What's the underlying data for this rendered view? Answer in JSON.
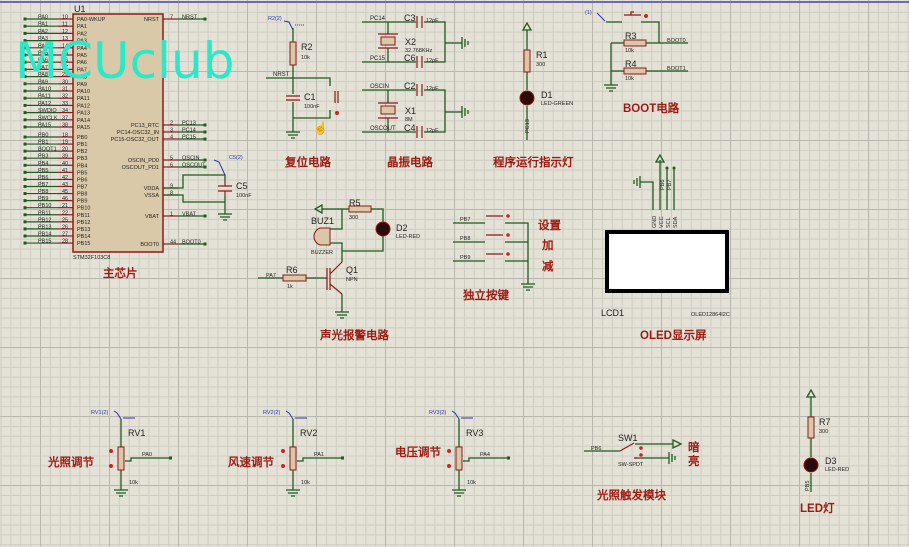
{
  "watermark": "MCUclub",
  "mcu": {
    "ref": "U1",
    "part": "STM32F103C8",
    "title": "主芯片",
    "left_pins": [
      {
        "net": "PA0",
        "num": "10",
        "name": "PA0-WKUP"
      },
      {
        "net": "PA1",
        "num": "11",
        "name": "PA1"
      },
      {
        "net": "PA2",
        "num": "12",
        "name": "PA2"
      },
      {
        "net": "PA3",
        "num": "13",
        "name": "PA3"
      },
      {
        "net": "PA4",
        "num": "14",
        "name": "PA4"
      },
      {
        "net": "PA5",
        "num": "15",
        "name": "PA5"
      },
      {
        "net": "PA6",
        "num": "16",
        "name": "PA6"
      },
      {
        "net": "PA7",
        "num": "17",
        "name": "PA7"
      },
      {
        "net": "PA8",
        "num": "29",
        "name": "PA8"
      },
      {
        "net": "PA9",
        "num": "30",
        "name": "PA9"
      },
      {
        "net": "PA10",
        "num": "31",
        "name": "PA10"
      },
      {
        "net": "PA11",
        "num": "32",
        "name": "PA11"
      },
      {
        "net": "PA12",
        "num": "33",
        "name": "PA12"
      },
      {
        "net": "SWDIO",
        "num": "34",
        "name": "PA13"
      },
      {
        "net": "SWCLK",
        "num": "37",
        "name": "PA14"
      },
      {
        "net": "PA15",
        "num": "38",
        "name": "PA15"
      },
      {
        "net": "PB0",
        "num": "18",
        "name": "PB0"
      },
      {
        "net": "PB1",
        "num": "19",
        "name": "PB1"
      },
      {
        "net": "BOOT1",
        "num": "20",
        "name": "PB2"
      },
      {
        "net": "PB3",
        "num": "39",
        "name": "PB3"
      },
      {
        "net": "PB4",
        "num": "40",
        "name": "PB4"
      },
      {
        "net": "PB5",
        "num": "41",
        "name": "PB5"
      },
      {
        "net": "PB6",
        "num": "42",
        "name": "PB6"
      },
      {
        "net": "PB7",
        "num": "43",
        "name": "PB7"
      },
      {
        "net": "PB8",
        "num": "45",
        "name": "PB8"
      },
      {
        "net": "PB9",
        "num": "46",
        "name": "PB9"
      },
      {
        "net": "PB10",
        "num": "21",
        "name": "PB10"
      },
      {
        "net": "PB11",
        "num": "22",
        "name": "PB11"
      },
      {
        "net": "PB12",
        "num": "25",
        "name": "PB12"
      },
      {
        "net": "PB13",
        "num": "26",
        "name": "PB13"
      },
      {
        "net": "PB14",
        "num": "27",
        "name": "PB14"
      },
      {
        "net": "PB15",
        "num": "28",
        "name": "PB15"
      }
    ],
    "right_pins": [
      {
        "net": "NRST",
        "num": "7",
        "name": "NRST"
      },
      {
        "net": "PC13",
        "num": "2",
        "name": "PC13_RTC"
      },
      {
        "net": "PC14",
        "num": "3",
        "name": "PC14-OSC32_IN"
      },
      {
        "net": "PC15",
        "num": "4",
        "name": "PC15-OSC32_OUT"
      },
      {
        "net": "OSCIN",
        "num": "5",
        "name": "OSCIN_PD0"
      },
      {
        "net": "OSCOUT",
        "num": "6",
        "name": "OSCOUT_PD1"
      },
      {
        "net": "",
        "num": "9",
        "name": "VDDA"
      },
      {
        "net": "",
        "num": "8",
        "name": "VSSA"
      },
      {
        "net": "VBAT",
        "num": "1",
        "name": "VBAT"
      },
      {
        "net": "BOOT0",
        "num": "44",
        "name": "BOOT0"
      }
    ],
    "c5": {
      "ref": "C5",
      "val": "100nF",
      "probe": "C5(2)"
    }
  },
  "reset": {
    "title": "复位电路",
    "r2": "R2",
    "r2v": "10k",
    "probe": "R2(2)",
    "net": "NRST",
    "c1": "C1",
    "c1v": "100nF"
  },
  "crystal": {
    "title": "晶振电路",
    "c3": "C3",
    "c6": "C6",
    "c2": "C2",
    "c4": "C4",
    "cv": "12pF",
    "x2": "X2",
    "x2v": "32.768KHz",
    "x1": "X1",
    "x1v": "8M",
    "n1": "PC14",
    "n2": "PC15",
    "n3": "OSCIN",
    "n4": "OSCOUT"
  },
  "indicator": {
    "title": "程序运行指示灯",
    "r1": "R1",
    "r1v": "300",
    "d1": "D1",
    "d1v": "LED-GREEN",
    "net": "PC13"
  },
  "boot": {
    "title": "BOOT电路",
    "probe": "(1)",
    "r3": "R3",
    "r4": "R4",
    "rv": "10k",
    "n0": "BOOT0",
    "n1": "BOOT1"
  },
  "oled": {
    "title": "OLED显示屏",
    "ref": "LCD1",
    "part": "OLED12864I2C",
    "pins": [
      "GND",
      "VCC",
      "SCL",
      "SDA"
    ],
    "nets": [
      "PB6",
      "PB7"
    ]
  },
  "alarm": {
    "title": "声光报警电路",
    "r5": "R5",
    "r5v": "300",
    "d2": "D2",
    "d2v": "LED-RED",
    "buz": "BUZ1",
    "buzv": "BUZZER",
    "q1": "Q1",
    "q1v": "NPN",
    "r6": "R6",
    "r6v": "1k",
    "net": "PA7"
  },
  "keys": {
    "title": "独立按键",
    "nets": [
      "PB7",
      "PB8",
      "PB9"
    ],
    "labels": [
      "设置",
      "加",
      "减"
    ]
  },
  "pots": [
    {
      "ref": "RV1",
      "val": "10k",
      "probe": "RV1(2)",
      "net": "PA0",
      "label": "光照调节"
    },
    {
      "ref": "RV2",
      "val": "10k",
      "probe": "RV2(2)",
      "net": "PA1",
      "label": "风速调节"
    },
    {
      "ref": "RV3",
      "val": "10k",
      "probe": "RV3(2)",
      "net": "PA4",
      "label": "电压调节"
    }
  ],
  "light": {
    "title": "光照触发模块",
    "ref": "SW1",
    "val": "SW-SPDT",
    "net": "PB6",
    "dark": "暗",
    "bright": "亮"
  },
  "led": {
    "title": "LED灯",
    "r7": "R7",
    "r7v": "300",
    "d3": "D3",
    "d3v": "LED-RED",
    "net": "PB5"
  },
  "colors": {
    "wire": "#1f5a1f",
    "component": "#8b1a1a",
    "label": "#9c1c14",
    "watermark": "#2ce8c8",
    "probe": "#3030b0"
  }
}
